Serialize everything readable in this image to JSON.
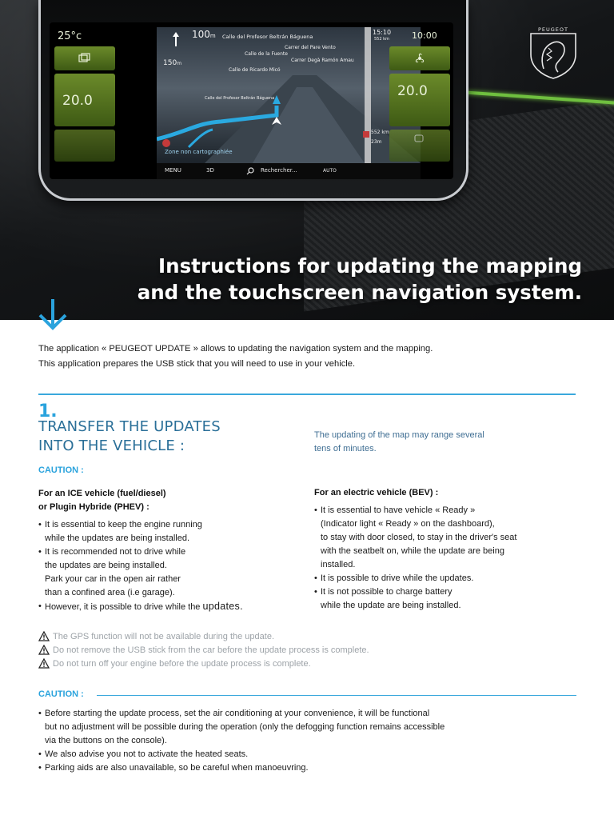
{
  "hero": {
    "title_line1": "Instructions for updating the mapping",
    "title_line2": "and the touchscreen navigation system.",
    "logo_text": "PEUGEOT",
    "screen": {
      "temp": "25°c",
      "time": "10:00",
      "left_temp": "20.0",
      "right_temp": "20.0",
      "nav_distance": "100",
      "nav_distance_unit": "m",
      "street_main": "Calle del Profesor Beltrán Báguena",
      "turn_distance": "150",
      "turn_distance_unit": "m",
      "street_2": "Calle de la Fuente",
      "street_3": "Calle de Ricardo Micó",
      "street_4": "Carrer del Pare Vento",
      "street_5": "Carrer Degà Ramón Amau",
      "street_6": "Calle del Profesor Beltrán Báguena",
      "eta_time": "15:10",
      "eta_dist": "552 km",
      "remaining_dist": "552 km",
      "remaining_alt": "23m",
      "zone_label": "Zone non cartographiée",
      "menu_label": "MENU",
      "view_label": "3D",
      "search_label": "Rechercher...",
      "auto_label": "AUTO"
    }
  },
  "intro": {
    "line1": "The application « PEUGEOT UPDATE » allows to updating the navigation system and the mapping.",
    "line2": "This application prepares the USB stick that you will need to use in your vehicle."
  },
  "section": {
    "number": "1.",
    "title_line1": "TRANSFER THE UPDATES",
    "title_line2": "INTO THE VEHICLE :",
    "note_line1": "The updating of the map may range several",
    "note_line2": "tens of minutes.",
    "caution_label": "CAUTION :"
  },
  "ice": {
    "head_line1": "For an ICE vehicle (fuel/diesel)",
    "head_line2": "or Plugin Hybride (PHEV) :",
    "items": [
      {
        "lines": [
          "It is essential to keep the engine running",
          "while the updates are being installed."
        ]
      },
      {
        "lines": [
          "It is recommended not to drive while",
          "the updates are being installed.",
          "Park your car in the open air rather",
          "than a confined area (i.e garage)."
        ]
      },
      {
        "pre": "However, it is possible to drive while the ",
        "big": "updates."
      }
    ]
  },
  "bev": {
    "head": "For an electric vehicle (BEV) :",
    "items": [
      {
        "lines": [
          "It is essential to have vehicle « Ready »",
          "(Indicator light « Ready » on the dashboard),",
          "to stay with door closed, to stay in the driver's seat",
          "with the seatbelt on, while the update are being",
          "installed."
        ]
      },
      {
        "lines": [
          "It is possible  to drive while the updates."
        ]
      },
      {
        "lines": [
          "It is not possible to charge battery",
          "while the update are being installed."
        ]
      }
    ]
  },
  "warnings": [
    "The GPS function will not be available during the update.",
    "Do not remove the USB stick from the car before the update process is complete.",
    "Do not turn off your engine before the update process is complete."
  ],
  "caution2": {
    "label": "CAUTION :",
    "items": [
      {
        "lines": [
          "Before starting the update process, set the air conditioning at your convenience, it will be functional",
          "but no adjustment will be possible during the operation (only the defogging function remains accessible",
          "via the buttons on the console)."
        ]
      },
      {
        "lines": [
          "We also advise you not to activate the heated seats."
        ]
      },
      {
        "lines": [
          "Parking aids are also unavailable, so be careful when manoeuvring."
        ]
      }
    ]
  },
  "colors": {
    "accent": "#2aa3dd",
    "title_blue": "#2a6f98",
    "warning_gray": "#9da3a8"
  }
}
